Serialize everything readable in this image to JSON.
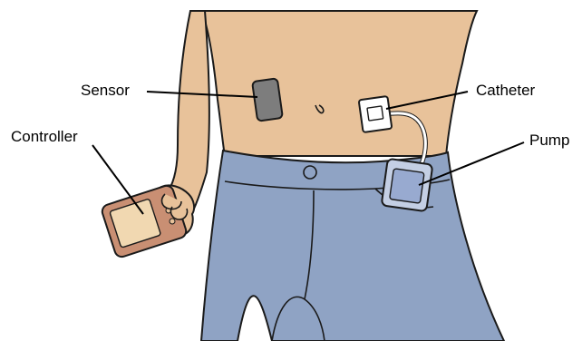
{
  "labels": {
    "sensor": "Sensor",
    "controller": "Controller",
    "catheter": "Catheter",
    "pump": "Pump"
  },
  "colors": {
    "skin": "#e8c29a",
    "skin_shadow": "#d9a979",
    "jeans": "#8fa3c4",
    "jeans_dark": "#6f84a8",
    "sensor": "#7d7d7d",
    "pump_body": "#c4cfe4",
    "pump_screen": "#98aad0",
    "controller_body": "#c98f73",
    "controller_screen": "#f1d8b1",
    "outline": "#1a1a1a"
  },
  "icons": [
    "sensor-device",
    "pump-device",
    "controller-device",
    "catheter-patch"
  ]
}
